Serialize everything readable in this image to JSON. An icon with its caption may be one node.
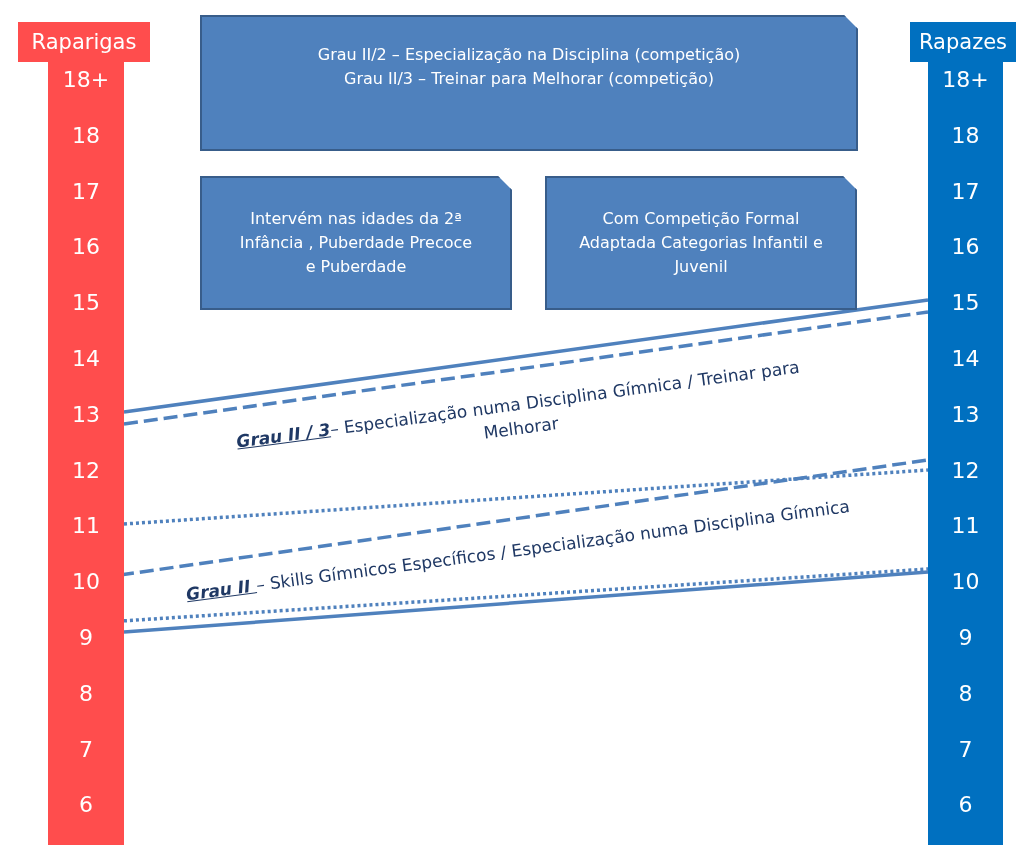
{
  "diagram": {
    "nodes": [
      {
        "text": [
          "Raparigas"
        ]
      },
      {
        "text": [
          "Rapazes"
        ]
      },
      {
        "text": [
          "Grau II/2 – Especialização na Disciplina (competição) Grau II/3 – Treinar para Melhorar (competição)"
        ]
      },
      {
        "text": [
          "Intervém nas idades da 2ª Infância , Puberdade Precoce e Puberdade"
        ]
      },
      {
        "text": [
          "Com Competição Formal Adaptada Categorias Infantil e Juvenil"
        ]
      },
      {
        "text": [
          "Grau II  / 3",
          "– Especialização numa Disciplina Gímnica / Treinar para Melhorar"
        ]
      },
      {
        "text": [
          "Grau II ",
          "– Skills Gímnicos Específicos / Especialização numa Disciplina Gímnica"
        ]
      }
    ],
    "labels": [
      "18+",
      "18+",
      "18",
      "18",
      "17",
      "17",
      "16",
      "16",
      "15",
      "15",
      "14",
      "14",
      "13",
      "13",
      "12",
      "12",
      "11",
      "11",
      "10",
      "10",
      "9",
      "9",
      "8",
      "8",
      "7",
      "7",
      "6",
      "6"
    ]
  }
}
